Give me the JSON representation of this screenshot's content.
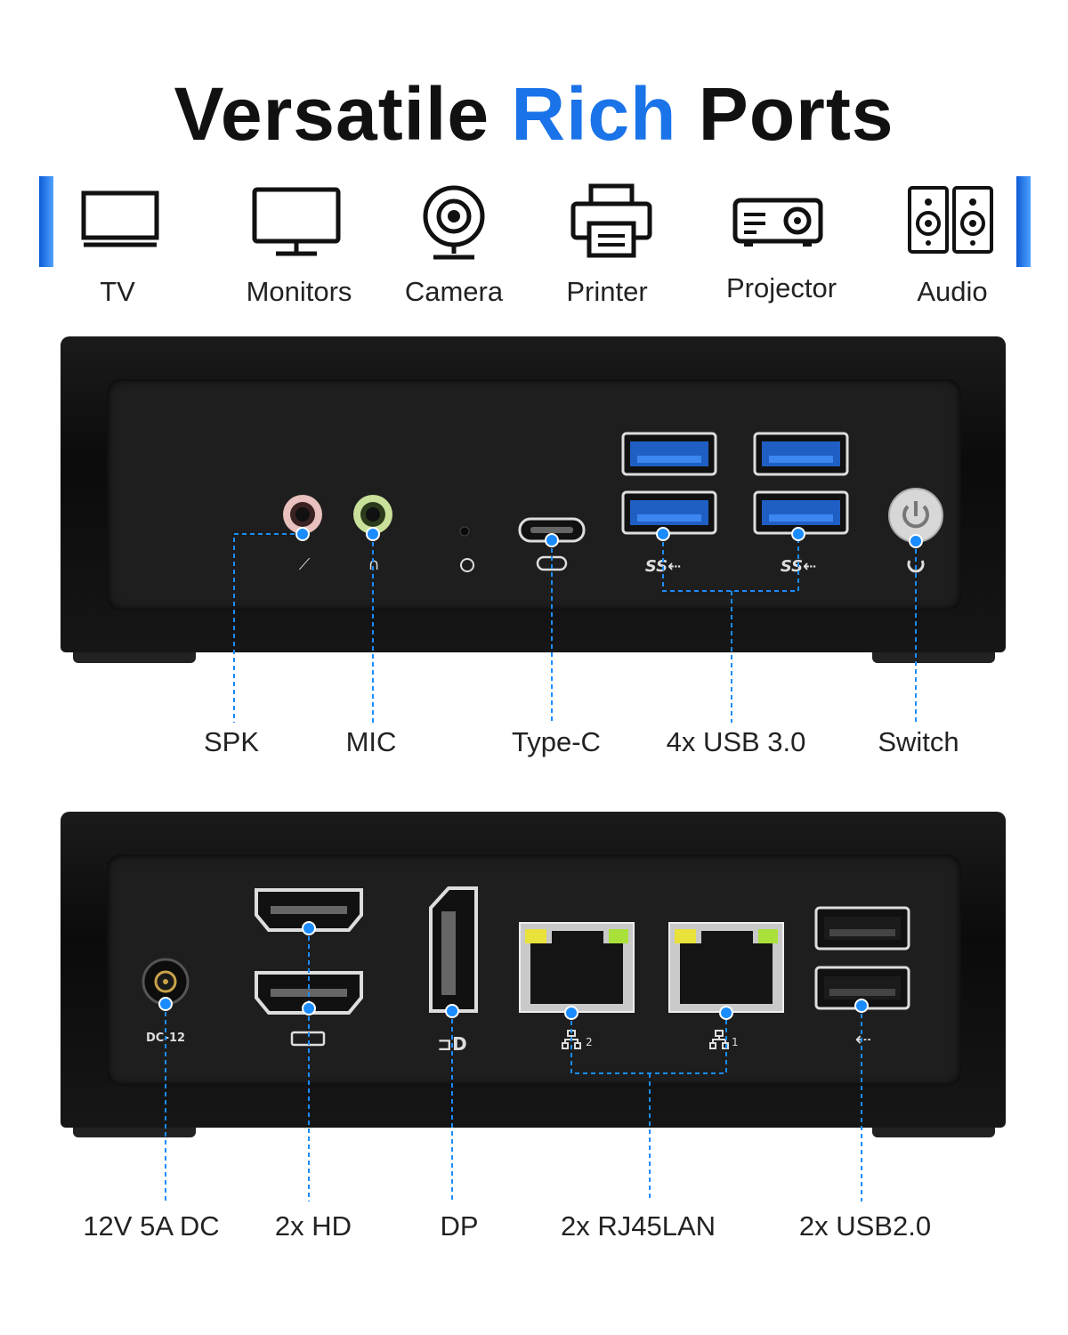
{
  "title": {
    "part1": "Versatile",
    "accent": "Rich",
    "part3": "Ports"
  },
  "devices": [
    {
      "label": "TV",
      "icon": "tv-icon"
    },
    {
      "label": "Monitors",
      "icon": "monitor-icon"
    },
    {
      "label": "Camera",
      "icon": "camera-icon"
    },
    {
      "label": "Printer",
      "icon": "printer-icon"
    },
    {
      "label": "Projector",
      "icon": "projector-icon"
    },
    {
      "label": "Audio",
      "icon": "speakers-icon"
    }
  ],
  "front_ports": {
    "spk": "SPK",
    "mic": "MIC",
    "typec": "Type-C",
    "usb3": "4x USB 3.0",
    "switch": "Switch"
  },
  "rear_ports": {
    "dc": "12V 5A DC",
    "dc_mark": "DC-12",
    "hd": "2x HD",
    "dp": "DP",
    "lan": "2x RJ45LAN",
    "lan_num_1": "2",
    "lan_num_2": "1",
    "usb2": "2x USB2.0"
  },
  "colors": {
    "accent": "#1a73e8",
    "callout": "#1a8cff"
  }
}
